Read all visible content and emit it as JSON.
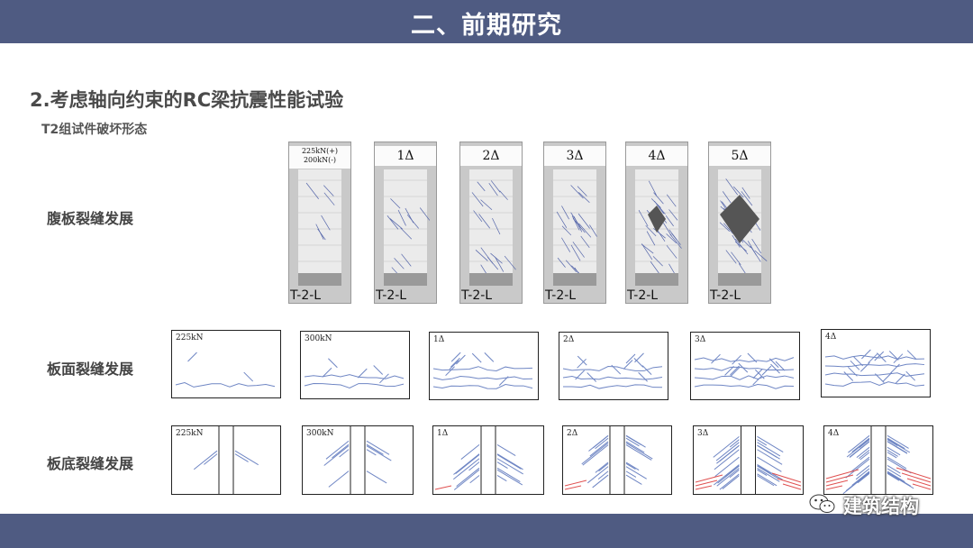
{
  "header": {
    "title": "二、前期研究"
  },
  "subtitle": "2.考虑轴向约束的RC梁抗震性能试验",
  "group_title": "T2组试件破坏形态",
  "rows": {
    "web": "腹板裂缝发展",
    "top": "板面裂缝发展",
    "bottom": "板底裂缝发展"
  },
  "photos": [
    {
      "label_line1": "225kN(+)",
      "label_line2": "200kN(-)",
      "label": "",
      "specimen": "T-2-L"
    },
    {
      "label": "1Δ",
      "specimen": "T-2-L"
    },
    {
      "label": "2Δ",
      "specimen": "T-2-L"
    },
    {
      "label": "3Δ",
      "specimen": "T-2-L"
    },
    {
      "label": "4Δ",
      "specimen": "T-2-L"
    },
    {
      "label": "5Δ",
      "specimen": "T-2-L"
    }
  ],
  "top_panels": [
    {
      "label": "225kN"
    },
    {
      "label": "300kN"
    },
    {
      "label": "1Δ"
    },
    {
      "label": "2Δ"
    },
    {
      "label": "3Δ"
    },
    {
      "label": "4Δ"
    }
  ],
  "bottom_panels": [
    {
      "label": "225kN"
    },
    {
      "label": "300kN"
    },
    {
      "label": "1Δ"
    },
    {
      "label": "2Δ"
    },
    {
      "label": "3Δ"
    },
    {
      "label": "4Δ"
    }
  ],
  "watermark": {
    "text": "建筑结构",
    "icon": "wechat-icon"
  },
  "colors": {
    "bar": "#4f5b82",
    "crack_blue": "#6f86c4",
    "crack_red": "#e05050"
  }
}
